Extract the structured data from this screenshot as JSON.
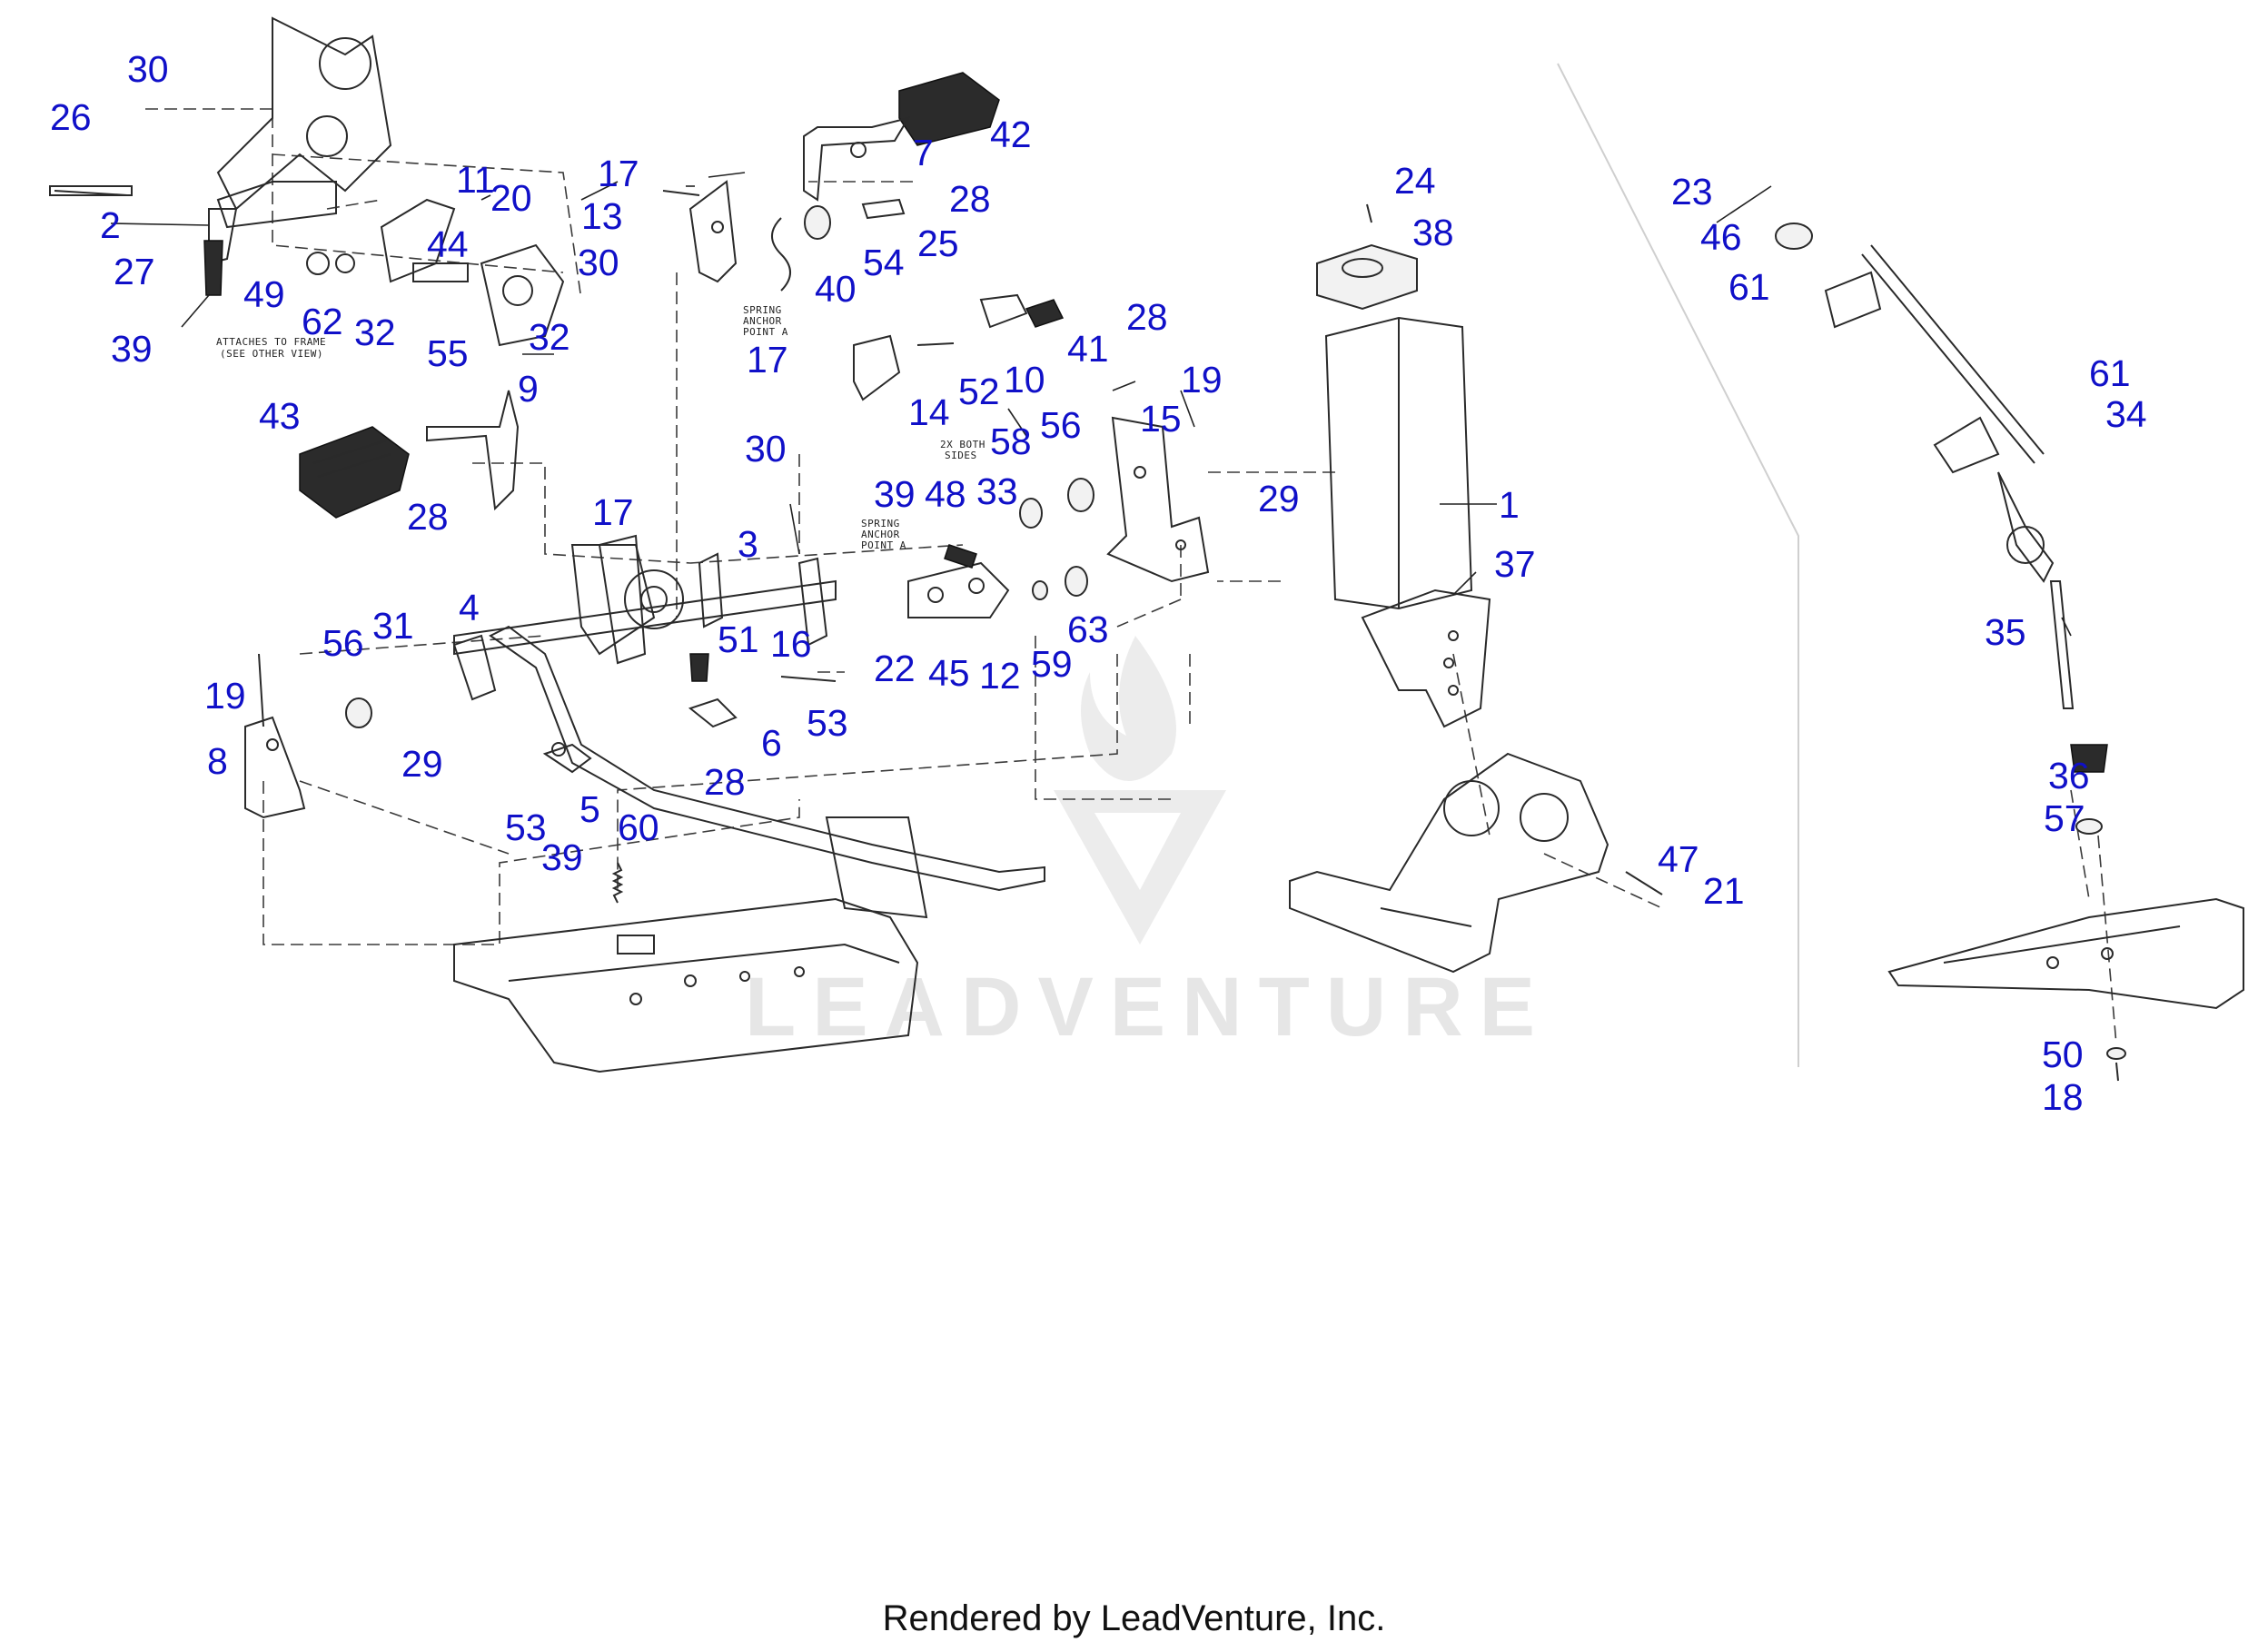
{
  "callouts": {
    "c1": "1",
    "c2": "2",
    "c3": "3",
    "c4": "4",
    "c5": "5",
    "c6": "6",
    "c7": "7",
    "c8": "8",
    "c9": "9",
    "c10": "10",
    "c11": "11",
    "c12": "12",
    "c13": "13",
    "c14": "14",
    "c15": "15",
    "c16": "16",
    "c17": "17",
    "c18": "18",
    "c19": "19",
    "c20": "20",
    "c21": "21",
    "c22": "22",
    "c23": "23",
    "c24": "24",
    "c25": "25",
    "c26": "26",
    "c27": "27",
    "c28": "28",
    "c29": "29",
    "c30": "30",
    "c31": "31",
    "c32": "32",
    "c33": "33",
    "c34": "34",
    "c35": "35",
    "c36": "36",
    "c37": "37",
    "c38": "38",
    "c39": "39",
    "c40": "40",
    "c41": "41",
    "c42": "42",
    "c43": "43",
    "c44": "44",
    "c45": "45",
    "c46": "46",
    "c47": "47",
    "c48": "48",
    "c49": "49",
    "c50": "50",
    "c51": "51",
    "c52": "52",
    "c53": "53",
    "c54": "54",
    "c55": "55",
    "c56": "56",
    "c57": "57",
    "c58": "58",
    "c59": "59",
    "c60": "60",
    "c61": "61",
    "c62": "62",
    "c63": "63"
  },
  "notes": {
    "attaches_line1": "ATTACHES TO FRAME",
    "attaches_line2": "(SEE OTHER VIEW)",
    "spring_anchor_line1": "SPRING",
    "spring_anchor_line2": "ANCHOR",
    "spring_anchor_line3": "POINT A",
    "both_sides_line1": "2X BOTH",
    "both_sides_line2": "SIDES"
  },
  "watermark": {
    "brand": "LEADVENTURE"
  },
  "footer": {
    "credit": "Rendered by LeadVenture, Inc."
  },
  "colors": {
    "callout": "#1010c8",
    "linework": "#2a2a2a",
    "watermark": "#e6e6e6"
  }
}
